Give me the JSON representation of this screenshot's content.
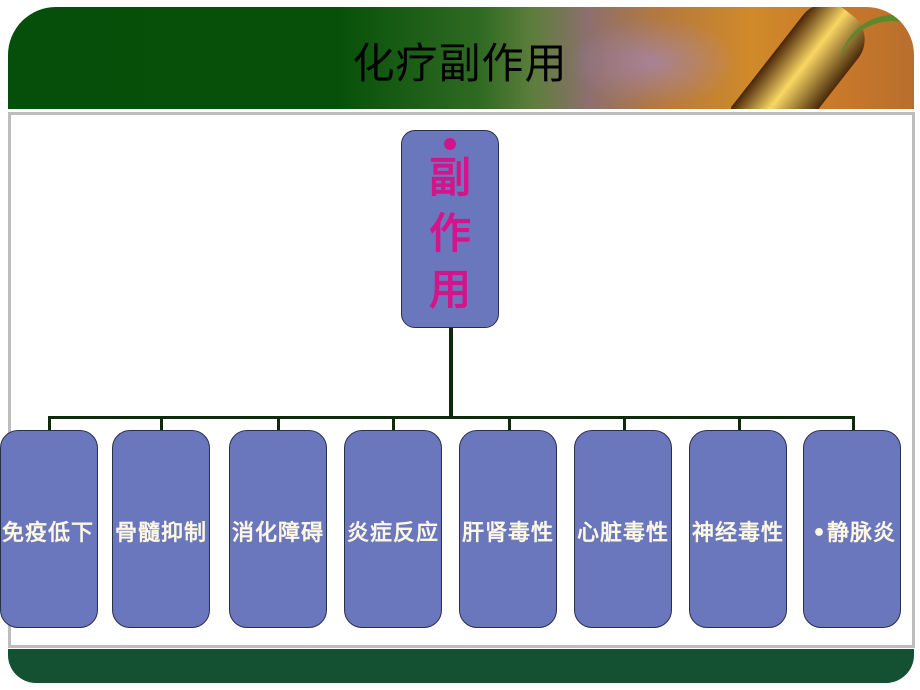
{
  "slide": {
    "title": "化疗副作用"
  },
  "diagram": {
    "root": {
      "bullet": "•",
      "chars": [
        "副",
        "作",
        "用"
      ],
      "label": "副作用"
    },
    "children": [
      {
        "label": "免疫低下"
      },
      {
        "label": "骨髓抑制"
      },
      {
        "label": "消化障碍"
      },
      {
        "label": "炎症反应"
      },
      {
        "label": "肝肾毒性"
      },
      {
        "label": "心脏毒性"
      },
      {
        "label": "神经毒性"
      },
      {
        "label": "•静脉炎"
      }
    ],
    "colors": {
      "box_fill": "#6b77bd",
      "root_text": "#d4148a",
      "child_text": "#fbf7e2",
      "connector": "#0d2a0a",
      "header_green": "#054f0a",
      "footer_green": "#145032"
    }
  }
}
